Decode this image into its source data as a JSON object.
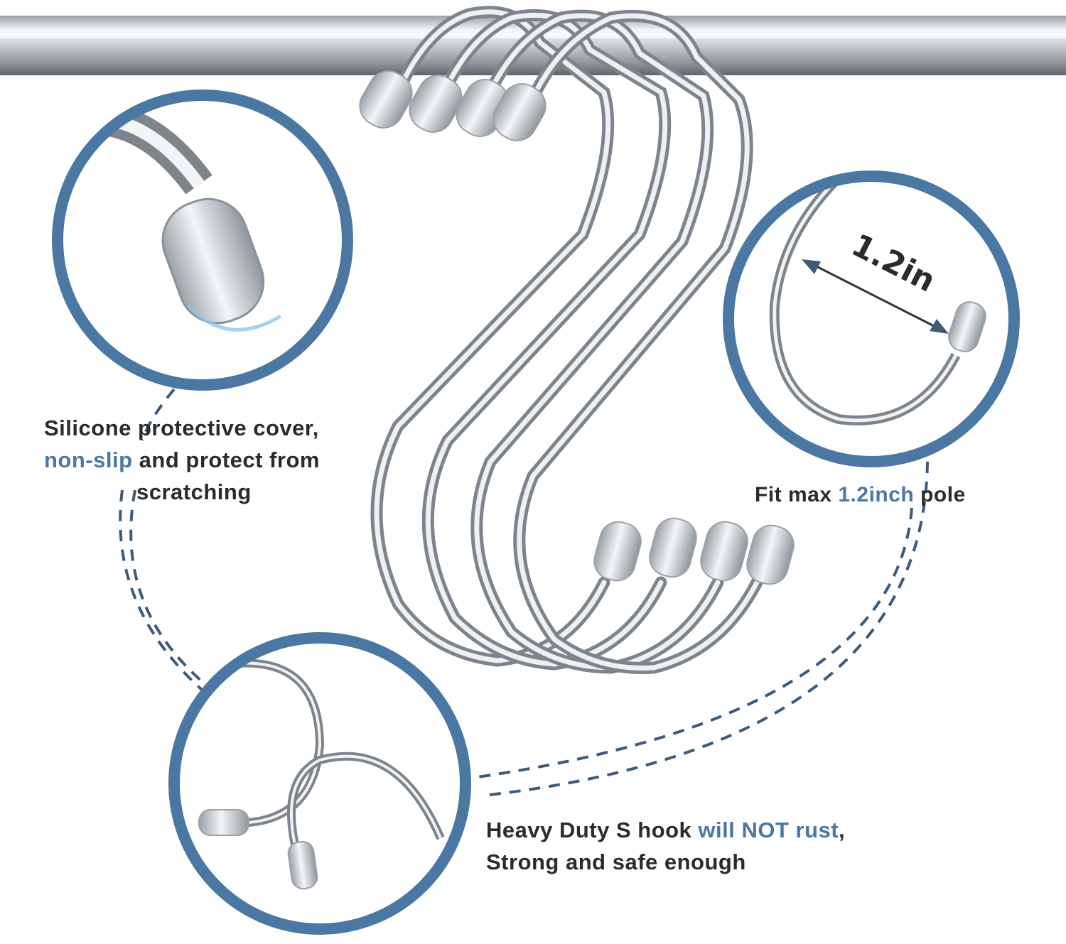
{
  "captions": {
    "cover": {
      "line1": "Silicone protective cover,",
      "line2_highlight": "non-slip",
      "line2_rest": " and protect from",
      "line3": "scratching"
    },
    "pole": {
      "prefix": "Fit max ",
      "highlight": "1.2inch",
      "suffix": " pole"
    },
    "durability": {
      "line1_prefix": "Heavy Duty S hook ",
      "line1_highlight": "will NOT rust",
      "line1_suffix": ",",
      "line2": "Strong and safe enough"
    }
  },
  "measurement": {
    "label": "1.2in"
  },
  "colors": {
    "accent": "#4b77a3",
    "text": "#2b2b2b",
    "circle_border": "#4b77a3",
    "metal_light": "#f4f6f8",
    "metal_dark": "#7e858c"
  }
}
